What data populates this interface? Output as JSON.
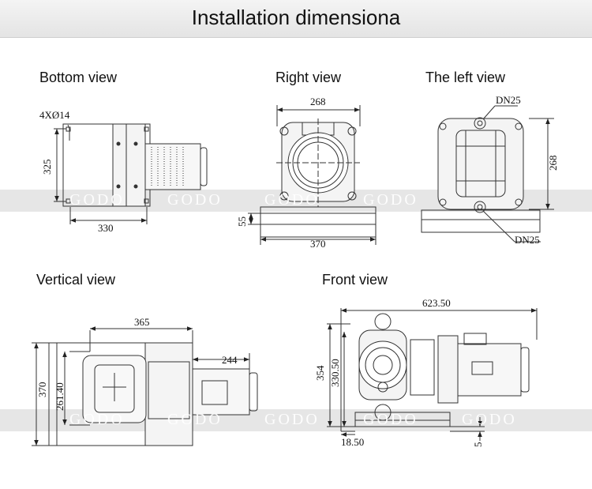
{
  "header": {
    "title": "Installation dimensiona"
  },
  "views": {
    "bottom": {
      "label": "Bottom view",
      "holes": "4XØ14",
      "depth": "325",
      "width": "330"
    },
    "right": {
      "label": "Right view",
      "width_top": "268",
      "height": "55",
      "width_base": "370"
    },
    "left": {
      "label": "The left view",
      "port_top": "DN25",
      "port_bottom": "DN25",
      "height": "268"
    },
    "vertical": {
      "label": "Vertical view",
      "length": "365",
      "motor": "244",
      "width": "370",
      "inner": "261.40"
    },
    "front": {
      "label": "Front view",
      "length": "623.50",
      "height": "354",
      "center": "330.50",
      "offset": "18.50",
      "base": "5"
    }
  },
  "watermark": {
    "text": "GODO"
  },
  "colors": {
    "line": "#333333",
    "band": "#c8c8c8",
    "header": "#eaeaea"
  }
}
